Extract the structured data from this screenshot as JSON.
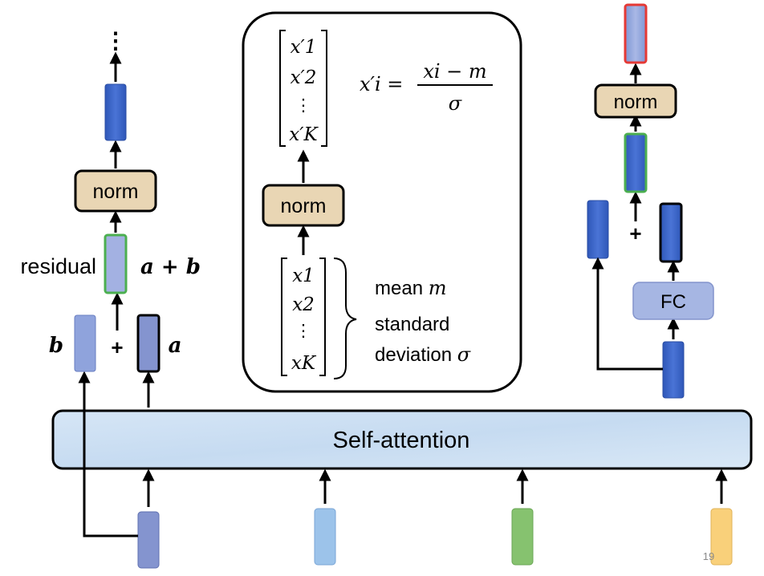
{
  "self_attention_label": "Self-attention",
  "left_block": {
    "dots": "⋮",
    "norm_label": "norm",
    "residual_label": "residual",
    "sum_label": "a + b",
    "b_label": "b",
    "plus_label": "+",
    "a_label": "a"
  },
  "center_panel": {
    "output_vector": [
      "x′1",
      "x′2",
      "⋮",
      "x′K"
    ],
    "formula_lhs": "x′i =",
    "formula_numerator": "xi − m",
    "formula_denominator": "σ",
    "norm_label": "norm",
    "input_vector": [
      "x1",
      "x2",
      "⋮",
      "xK"
    ],
    "stats_line1": "mean",
    "stats_m": "m",
    "stats_line2": "standard",
    "stats_line3": "deviation",
    "stats_sigma": "σ"
  },
  "right_block": {
    "norm_label": "norm",
    "plus_label": "+",
    "fc_label": "FC"
  },
  "page_number": "19",
  "colors": {
    "dark_blue": "#3b64c8",
    "light_blue": "#8fa3dc",
    "sky_blue": "#9cc3ea",
    "green_vec": "#86c26f",
    "yellow_vec": "#f9d07a",
    "norm_fill": "#e9d6b4",
    "green_border": "#4caf50",
    "red_border": "#e53935",
    "band_fill": "#cfe0f3"
  }
}
